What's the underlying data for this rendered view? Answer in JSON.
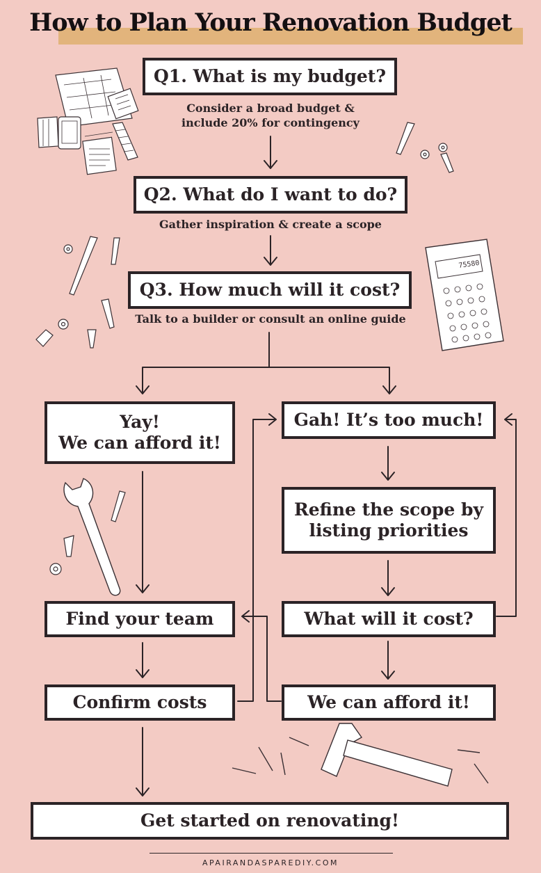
{
  "title": "How to Plan Your Renovation Budget",
  "q1": {
    "label": "Q1. What is my budget?",
    "sub_line1": "Consider a broad budget &",
    "sub_line2": "include 20% for contingency"
  },
  "q2": {
    "label": "Q2. What do I want to do?",
    "sub": "Gather inspiration & create a scope"
  },
  "q3": {
    "label": "Q3. How much will it cost?",
    "sub": "Talk to a builder or consult an online guide"
  },
  "yay": {
    "line1": "Yay!",
    "line2": "We can afford it!"
  },
  "gah": "Gah! It’s too much!",
  "refine": {
    "line1": "Refine the scope by",
    "line2": "listing priorities"
  },
  "find_team": "Find your team",
  "what_cost": "What will it cost?",
  "confirm_costs": "Confirm costs",
  "we_can_afford": "We can afford it!",
  "get_started": "Get started on renovating!",
  "footer": "APAIRANDASPAREDIY.COM",
  "calculator_display": "75580",
  "illustrations": [
    "blueprints-icon",
    "tablet-icon",
    "color-swatches-icon",
    "screws-icon",
    "calculator-icon",
    "wrench-icon",
    "hammer-icon",
    "nails-icon"
  ],
  "colors": {
    "background": "#f3cbc4",
    "box_border": "#2b2326",
    "title_highlight": "#e2b47c"
  }
}
